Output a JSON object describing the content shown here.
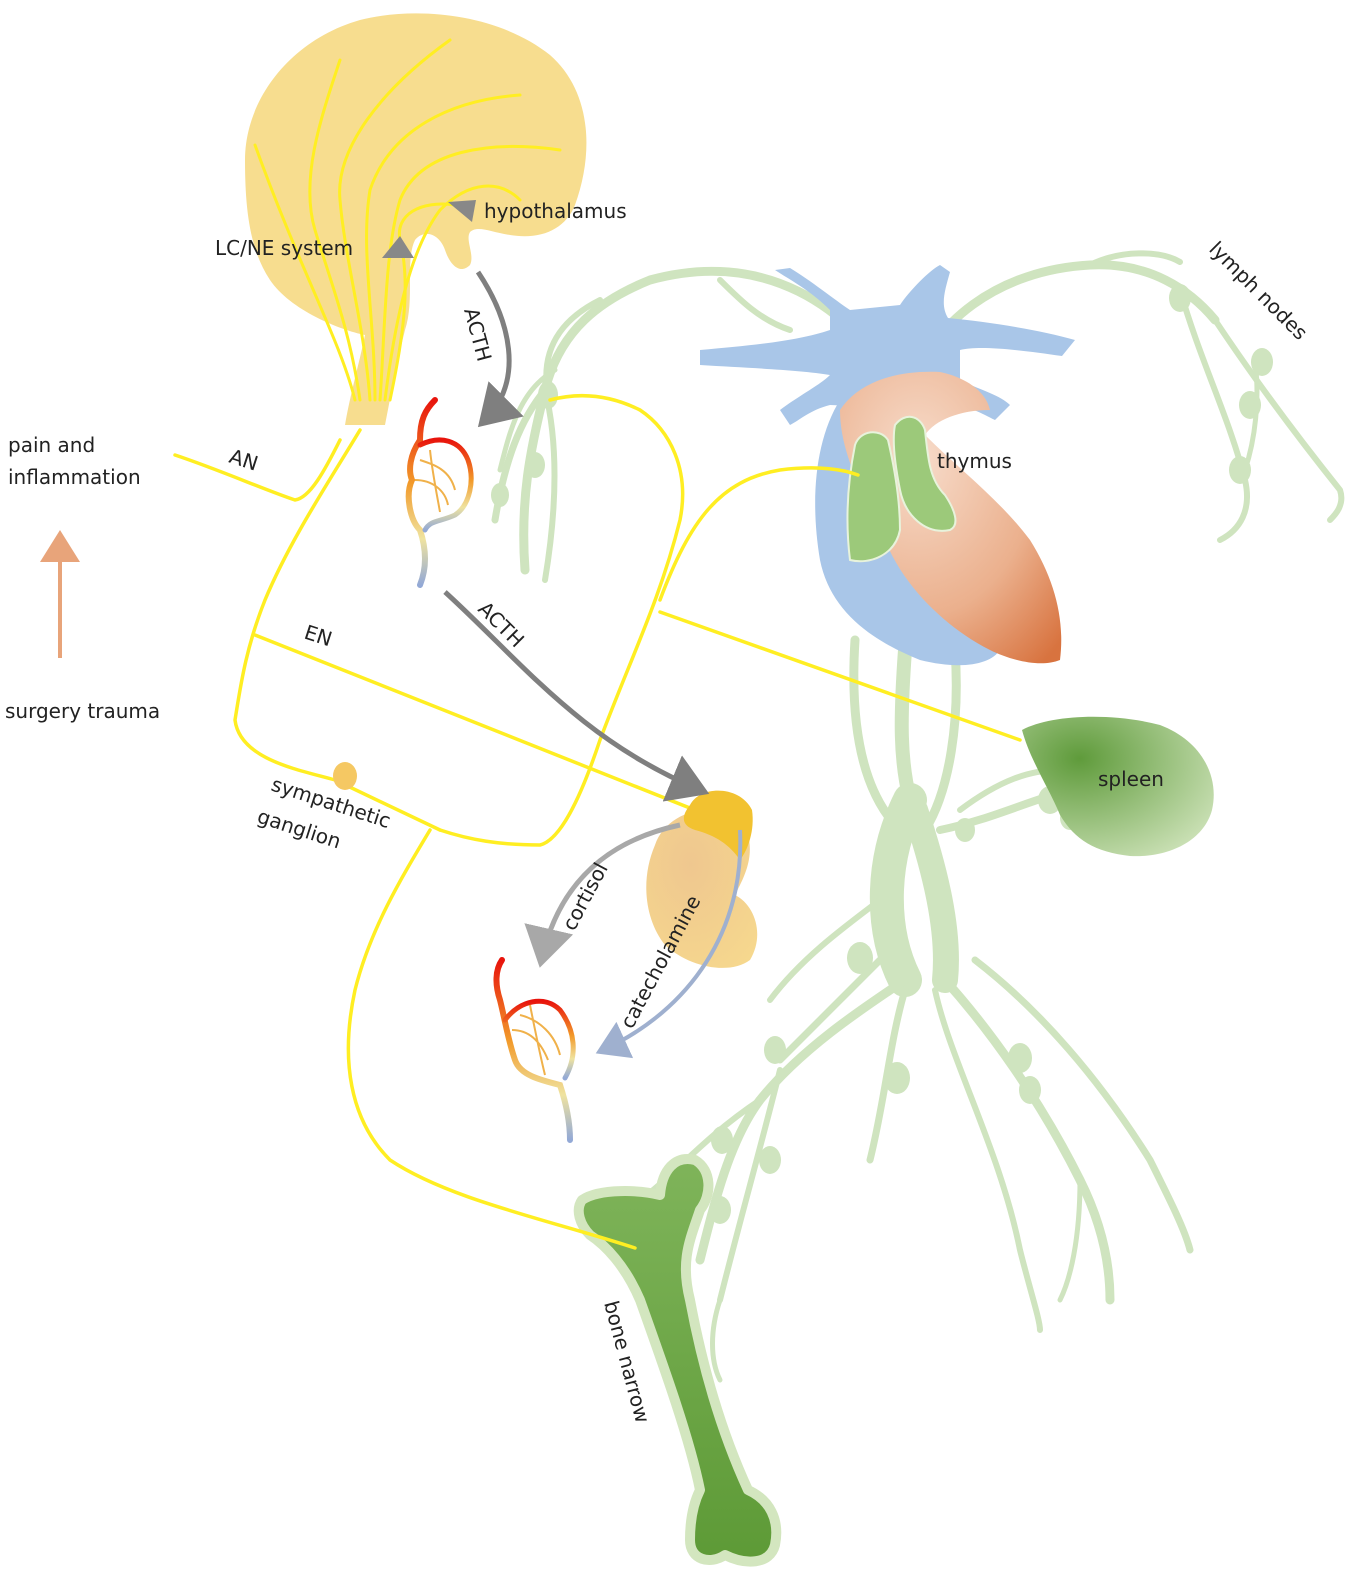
{
  "labels": {
    "hypothalamus": "hypothalamus",
    "lc_ne": "LC/NE system",
    "acth_top": "ACTH",
    "acth_bottom": "ACTH",
    "pain_line1": "pain and",
    "pain_line2": "inflammation",
    "an": "AN",
    "en": "EN",
    "surgery": "surgery trauma",
    "symp_line1": "sympathetic",
    "symp_line2": "ganglion",
    "cortisol": "cortisol",
    "catecholamine": "catecholamine",
    "thymus": "thymus",
    "lymph": "lymph nodes",
    "spleen": "spleen",
    "bone": "bone narrow"
  },
  "colors": {
    "brain": "#f7dd8f",
    "nerve": "#ffee22",
    "lymph": "#cfe4bf",
    "organ_green": "#86b863",
    "vein": "#a9c6e8",
    "heart": "#e7a77d",
    "gland_gray": "#888888",
    "arrow_gray": "#7f7f7f",
    "arrow_light": "#a8a8a8",
    "arrow_blue": "#9fb0cf",
    "trauma_arrow": "#e8a47a"
  }
}
